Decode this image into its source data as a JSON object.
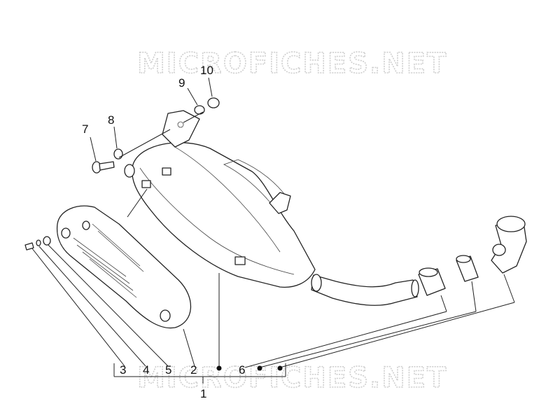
{
  "watermark": "MICROFICHES.NET",
  "callouts": {
    "c1": "1",
    "c2": "2",
    "c3": "3",
    "c4": "4",
    "c5": "5",
    "c6": "6",
    "c7": "7",
    "c8": "8",
    "c9": "9",
    "c10": "10"
  },
  "icons": [
    "muffler",
    "heat-shield",
    "exhaust-pipe",
    "gasket",
    "clamp",
    "manifold-elbow",
    "bolt",
    "washer",
    "nut"
  ]
}
